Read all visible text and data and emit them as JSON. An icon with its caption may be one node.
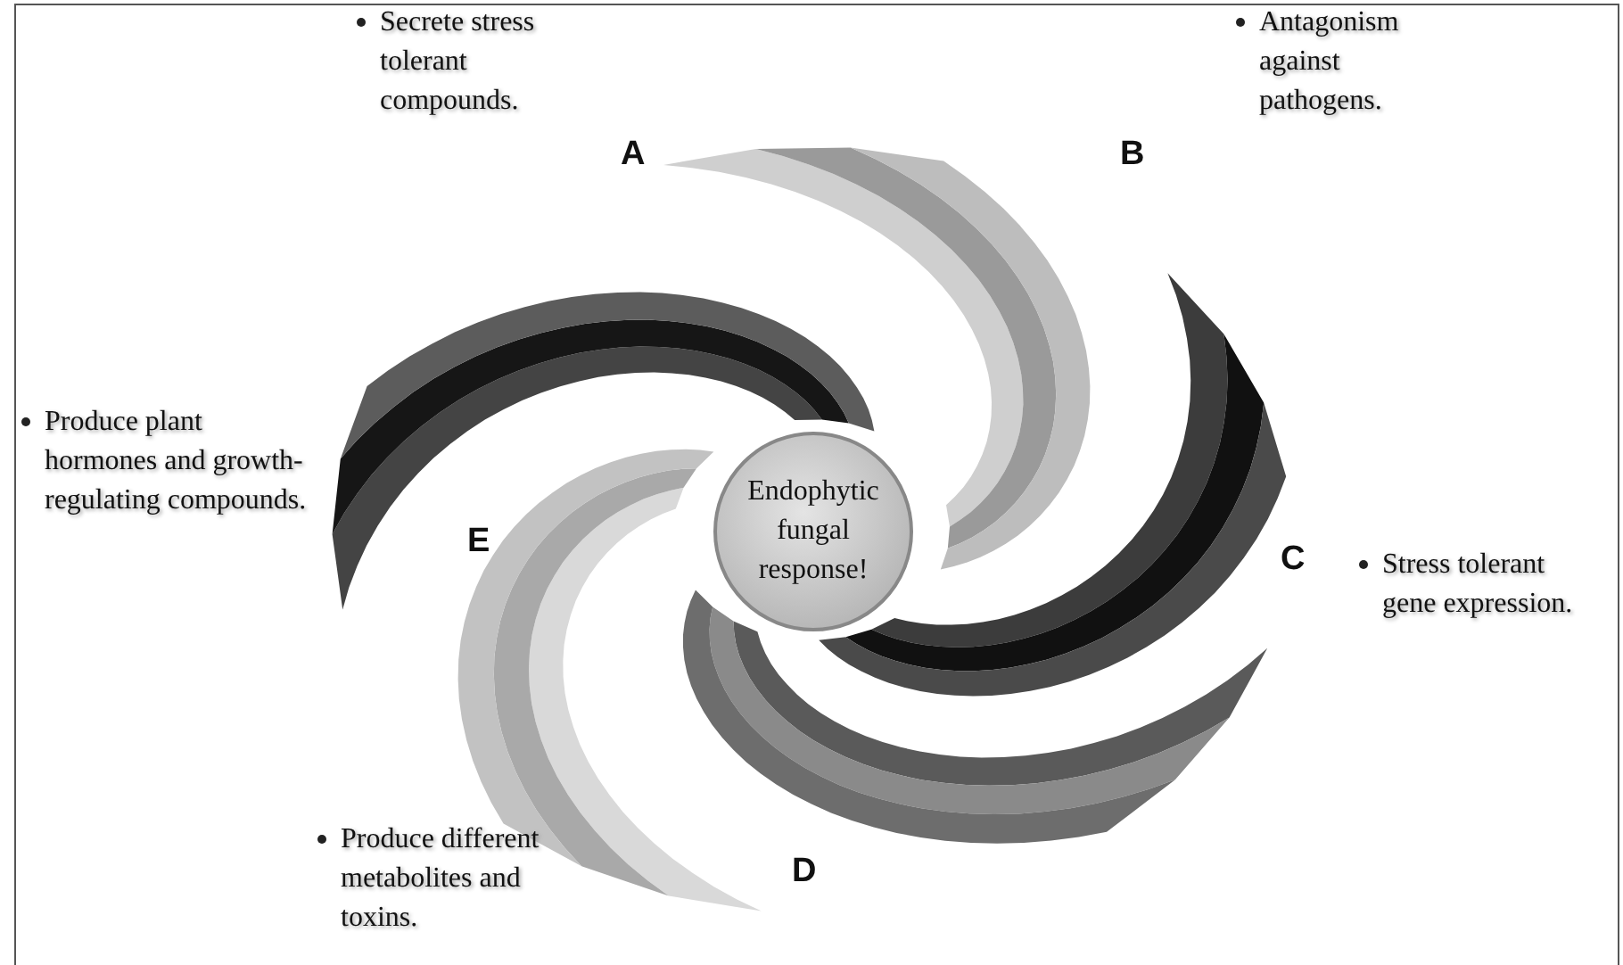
{
  "diagram": {
    "nodes": [
      {
        "text": [
          "Endophytic fungal response!"
        ]
      }
    ],
    "labels": [
      "Secrete stress tolerant compounds.",
      "A",
      "Antagonism against pathogens.",
      "B",
      "Produce plant hormones and growth-regulating compounds.",
      "E",
      "C",
      "Stress tolerant gene expression.",
      "Produce different metabolites and toxins.",
      "D"
    ]
  }
}
